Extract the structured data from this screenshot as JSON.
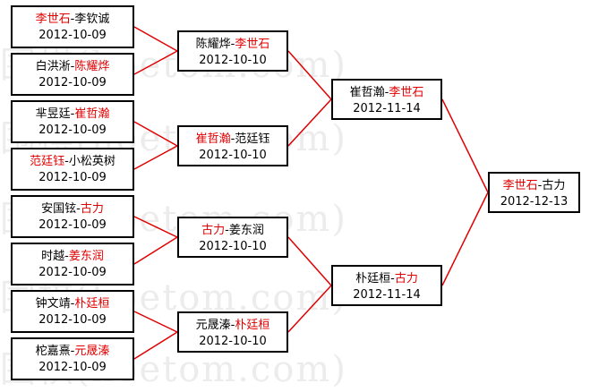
{
  "watermark": "(hoetom.com)",
  "watermark_cn": "围棋",
  "colors": {
    "winner": "#e00000",
    "line": "#e00000",
    "border": "#000000"
  },
  "rounds": [
    {
      "matches": [
        {
          "p1": "李世石",
          "sep": "-",
          "p2": "李钦诚",
          "winner": 1,
          "date": "2012-10-09"
        },
        {
          "p1": "白洪淅",
          "sep": "-",
          "p2": "陈耀烨",
          "winner": 2,
          "date": "2012-10-09"
        },
        {
          "p1": "芈昱廷",
          "sep": "-",
          "p2": "崔哲瀚",
          "winner": 2,
          "date": "2012-10-09"
        },
        {
          "p1": "范廷钰",
          "sep": "-",
          "p2": "小松英树",
          "winner": 1,
          "date": "2012-10-09"
        },
        {
          "p1": "安国铉",
          "sep": "-",
          "p2": "古力",
          "winner": 2,
          "date": "2012-10-09"
        },
        {
          "p1": "时越",
          "sep": "-",
          "p2": "姜东润",
          "winner": 2,
          "date": "2012-10-09"
        },
        {
          "p1": "钟文靖",
          "sep": "-",
          "p2": "朴廷桓",
          "winner": 2,
          "date": "2012-10-09"
        },
        {
          "p1": "柁嘉熹",
          "sep": "-",
          "p2": "元晟溱",
          "winner": 2,
          "date": "2012-10-09"
        }
      ]
    },
    {
      "matches": [
        {
          "p1": "陈耀烨",
          "sep": "-",
          "p2": "李世石",
          "winner": 2,
          "date": "2012-10-10"
        },
        {
          "p1": "崔哲瀚",
          "sep": "-",
          "p2": "范廷钰",
          "winner": 1,
          "date": "2012-10-10"
        },
        {
          "p1": "古力",
          "sep": "-",
          "p2": "姜东润",
          "winner": 1,
          "date": "2012-10-10"
        },
        {
          "p1": "元晟溱",
          "sep": "-",
          "p2": "朴廷桓",
          "winner": 2,
          "date": "2012-10-10"
        }
      ]
    },
    {
      "matches": [
        {
          "p1": "崔哲瀚",
          "sep": "-",
          "p2": "李世石",
          "winner": 2,
          "date": "2012-11-14"
        },
        {
          "p1": "朴廷桓",
          "sep": "-",
          "p2": "古力",
          "winner": 2,
          "date": "2012-11-14"
        }
      ]
    },
    {
      "matches": [
        {
          "p1": "李世石",
          "sep": "-",
          "p2": "古力",
          "winner": 1,
          "date": "2012-12-13"
        }
      ]
    }
  ]
}
